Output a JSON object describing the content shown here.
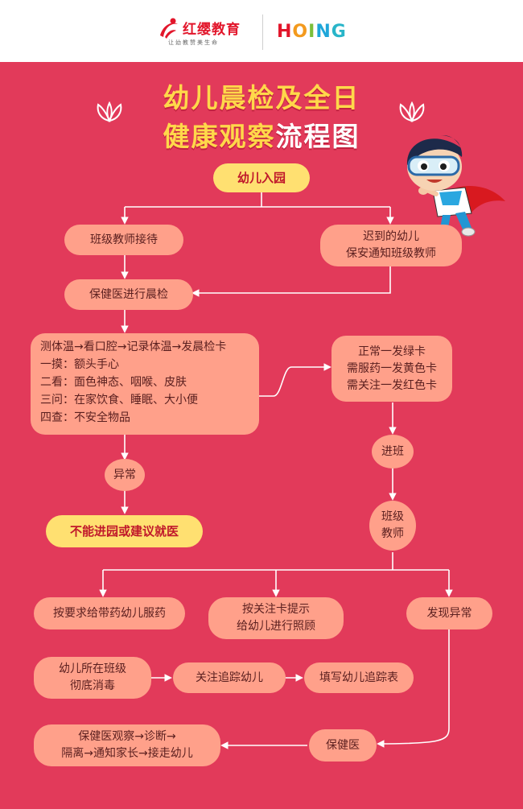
{
  "header": {
    "logo_name": "红缨教育",
    "logo_slogan": "让幼教赞美生命",
    "brand_right": "HOING"
  },
  "title": {
    "line1": "幼儿晨检及全日",
    "line2_main": "健康观察",
    "line2_tail": "流程图"
  },
  "nodes": {
    "entry": "幼儿入园",
    "teacher_reception": "班级教师接待",
    "late_line1": "迟到的幼儿",
    "late_line2": "保安通知班级教师",
    "health_check": "保健医进行晨检",
    "steps": [
      "测体温→看口腔→记录体温→发晨检卡",
      "一摸：额头手心",
      "二看：面色神态、咽喉、皮肤",
      "三问：在家饮食、睡眠、大小便",
      "四查：不安全物品"
    ],
    "cards": [
      "正常一发绿卡",
      "需服药一发黄色卡",
      "需关注一发红色卡"
    ],
    "abnormal": "异常",
    "no_entry": "不能进园或建议就医",
    "enter_class": "进班",
    "class_teacher_line1": "班级",
    "class_teacher_line2": "教师",
    "give_medicine": "按要求给带药幼儿服药",
    "care_line1": "按关注卡提示",
    "care_line2": "给幼儿进行照顾",
    "found_abnormal": "发现异常",
    "disinfect_line1": "幼儿所在班级",
    "disinfect_line2": "彻底消毒",
    "track": "关注追踪幼儿",
    "fill_form": "填写幼儿追踪表",
    "doctor": "保健医",
    "final_line1": "保健医观察→诊断→",
    "final_line2": "隔离→通知家长→接走幼儿"
  },
  "colors": {
    "background": "#e23a5a",
    "node": "#ffa08a",
    "highlight": "#ffe071",
    "title": "#ffd84a",
    "line": "#ffffff"
  }
}
